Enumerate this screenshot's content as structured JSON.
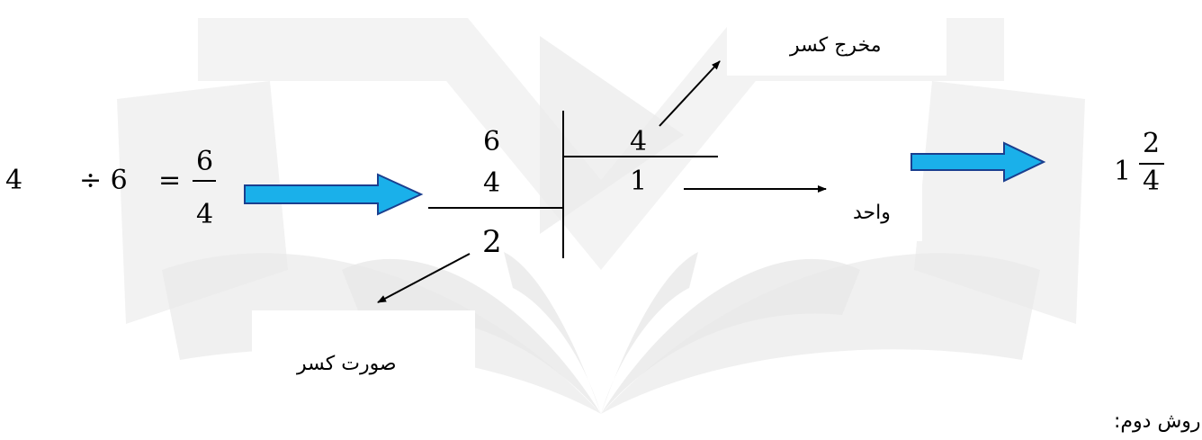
{
  "equation": {
    "dividend": "4",
    "operator": "÷ 6",
    "equals": "=",
    "fraction_numerator": "6",
    "fraction_denominator": "4"
  },
  "long_division": {
    "dividend": "6",
    "subtracted": "4",
    "remainder": "2",
    "divisor": "4",
    "quotient": "1"
  },
  "labels": {
    "denominator_label": "مخرج کسر",
    "whole_label": "واحد",
    "numerator_label": "صورت کسر",
    "method_label": "روش دوم:"
  },
  "result": {
    "whole": "1",
    "numerator": "2",
    "denominator": "4"
  },
  "colors": {
    "arrow_fill": "#1ab0ea",
    "arrow_stroke": "#1a3f8f",
    "watermark": "#e6e6e6"
  }
}
